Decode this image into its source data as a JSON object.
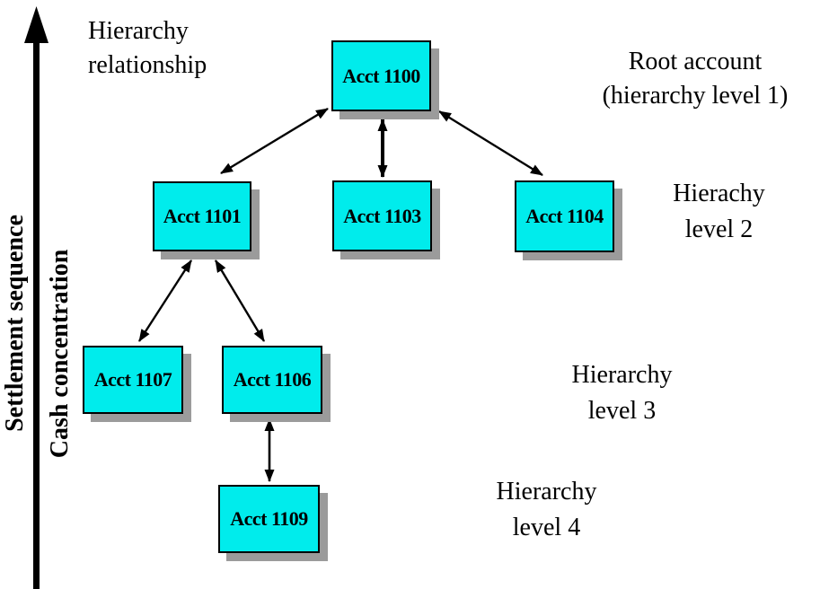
{
  "figure": {
    "title_label": {
      "lines": [
        "Hierarchy",
        "relationship"
      ]
    },
    "axis": {
      "labels": [
        "Settlement sequence",
        "Cash concentration"
      ],
      "direction": "up"
    },
    "nodes": [
      {
        "id": "acct-1100",
        "label": "Acct 1100",
        "level": 1
      },
      {
        "id": "acct-1101",
        "label": "Acct 1101",
        "level": 2
      },
      {
        "id": "acct-1103",
        "label": "Acct 1103",
        "level": 2
      },
      {
        "id": "acct-1104",
        "label": "Acct 1104",
        "level": 2
      },
      {
        "id": "acct-1107",
        "label": "Acct 1107",
        "level": 3
      },
      {
        "id": "acct-1106",
        "label": "Acct 1106",
        "level": 3
      },
      {
        "id": "acct-1109",
        "label": "Acct 1109",
        "level": 4
      }
    ],
    "edges": [
      {
        "from": "acct-1100",
        "to": "acct-1101",
        "bidirectional": true
      },
      {
        "from": "acct-1100",
        "to": "acct-1103",
        "bidirectional": true
      },
      {
        "from": "acct-1100",
        "to": "acct-1104",
        "bidirectional": true
      },
      {
        "from": "acct-1101",
        "to": "acct-1107",
        "bidirectional": true
      },
      {
        "from": "acct-1101",
        "to": "acct-1106",
        "bidirectional": true
      },
      {
        "from": "acct-1106",
        "to": "acct-1109",
        "bidirectional": true
      }
    ],
    "level_labels": [
      {
        "lines": [
          "Root account",
          "(hierarchy level 1)"
        ]
      },
      {
        "lines": [
          "Hierachy",
          "level 2"
        ]
      },
      {
        "lines": [
          "Hierarchy",
          "level 3"
        ]
      },
      {
        "lines": [
          "Hierarchy",
          "level 4"
        ]
      }
    ],
    "colors": {
      "node_fill": "#00ECEC",
      "node_border": "#000000",
      "node_shadow": "#9B9B9B",
      "arrow": "#000000",
      "background": "#FFFFFF"
    }
  }
}
